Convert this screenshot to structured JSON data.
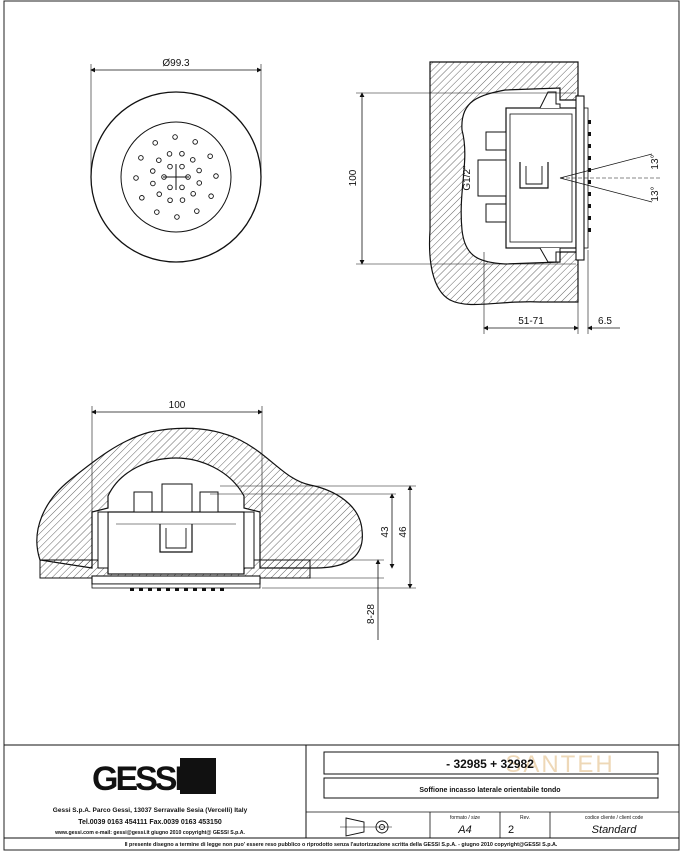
{
  "views": {
    "front": {
      "diameter_label": "Ø99.3"
    },
    "side": {
      "height_label": "100",
      "depth_label": "51-71",
      "flange_label": "6.5",
      "thread_label": "G1/2\"",
      "angle_up_label": "13°",
      "angle_down_label": "13°"
    },
    "top": {
      "width_label": "100",
      "height_43_label": "43",
      "height_46_label": "46",
      "wall_label": "8-28"
    }
  },
  "title_block": {
    "brand": "GESSI",
    "company_line": "Gessi S.p.A. Parco Gessi, 13037 Serravalle Sesia (Vercelli) Italy",
    "phone_line": "Tel.0039 0163 454111 Fax.0039 0163 453150",
    "web_line": "www.gessi.com e-mail: gessi@gessi.it giugno 2010 copyright@ GESSI S.p.A.",
    "codes": "- 32985 + 32982",
    "description": "Soffione incasso laterale orientabile tondo",
    "format_header": "formato / size",
    "format_value": "A4",
    "rev_header": "Rev.",
    "rev_value": "2",
    "client_code_header": "codice cliente / client code",
    "client_code_value": "Standard",
    "footer_notice": "Il presente disegno a termine di legge non puo' essere reso pubblico o riprodotto senza l'autorizzazione scritta della GESSI S.p.A. - giugno 2010 copyright@GESSI S.p.A.",
    "watermark": "SANTEH"
  }
}
